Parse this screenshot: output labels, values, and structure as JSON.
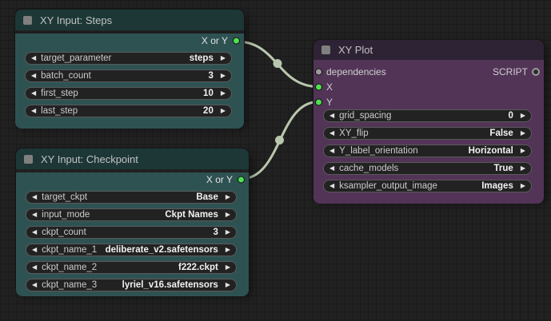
{
  "colors": {
    "canvas-bg": "#212121",
    "grid-line": "#1a1a1a",
    "teal-title": "#1d3737",
    "teal-body": "#2e5252",
    "purple-title": "#2e2334",
    "purple-body": "#523457",
    "widget-bg": "#222222",
    "widget-border": "#5a5a5a",
    "green-port": "#4fe04f",
    "gray-port": "#9b9b9b",
    "wire": "#b9c7ae",
    "title-text": "#c2c2c2",
    "label-text": "#cccccc",
    "value-text": "#f2f2f2"
  },
  "nodes": [
    {
      "title": "XY Input: Steps",
      "output_label": "X or Y",
      "widgets": [
        {
          "label": "target_parameter",
          "value": "steps"
        },
        {
          "label": "batch_count",
          "value": "3"
        },
        {
          "label": "first_step",
          "value": "10"
        },
        {
          "label": "last_step",
          "value": "20"
        }
      ]
    },
    {
      "title": "XY Input: Checkpoint",
      "output_label": "X or Y",
      "widgets": [
        {
          "label": "target_ckpt",
          "value": "Base"
        },
        {
          "label": "input_mode",
          "value": "Ckpt Names"
        },
        {
          "label": "ckpt_count",
          "value": "3"
        },
        {
          "label": "ckpt_name_1",
          "value": "deliberate_v2.safetensors"
        },
        {
          "label": "ckpt_name_2",
          "value": "f222.ckpt"
        },
        {
          "label": "ckpt_name_3",
          "value": "lyriel_v16.safetensors"
        }
      ]
    },
    {
      "title": "XY Plot",
      "inputs": [
        {
          "label": "dependencies"
        },
        {
          "label": "X"
        },
        {
          "label": "Y"
        }
      ],
      "output_label": "SCRIPT",
      "widgets": [
        {
          "label": "grid_spacing",
          "value": "0"
        },
        {
          "label": "XY_flip",
          "value": "False"
        },
        {
          "label": "Y_label_orientation",
          "value": "Horizontal"
        },
        {
          "label": "cache_models",
          "value": "True"
        },
        {
          "label": "ksampler_output_image",
          "value": "Images"
        }
      ]
    }
  ],
  "glyphs": {
    "left_arrow": "◀",
    "right_arrow": "▶"
  }
}
